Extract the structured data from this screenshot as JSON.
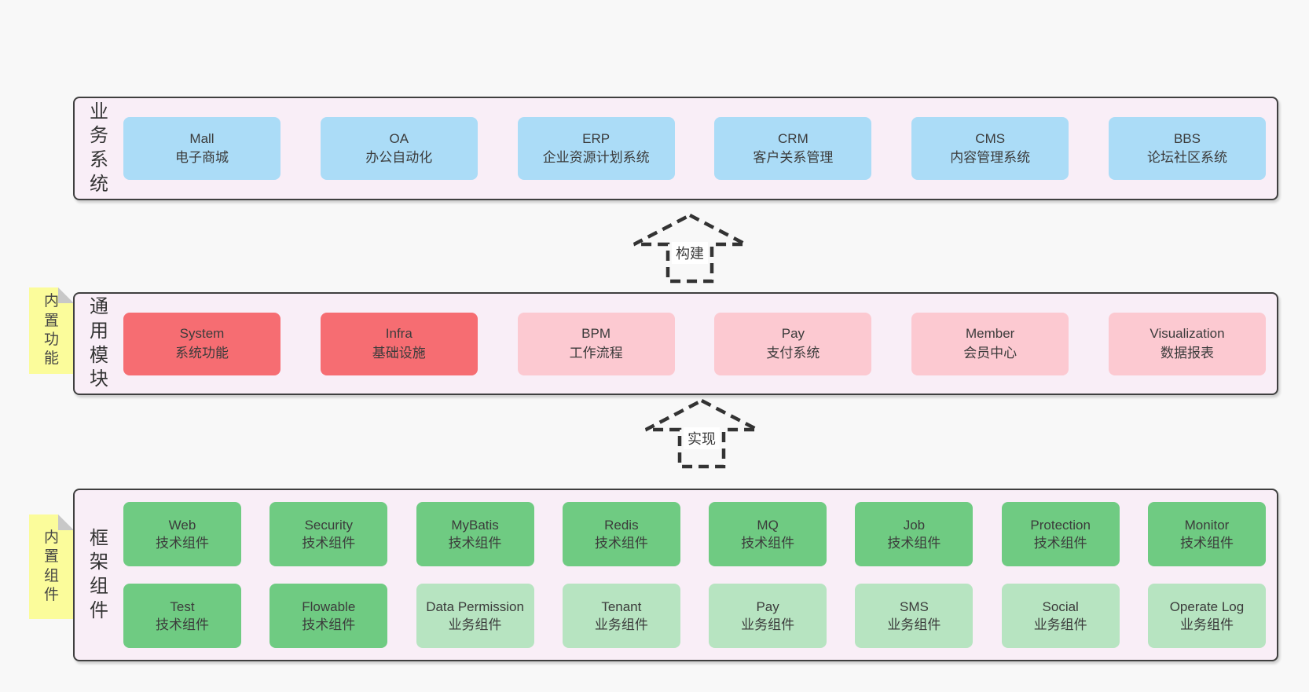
{
  "diagram": {
    "business": {
      "side_label": "业务系统",
      "items": [
        {
          "en": "Mall",
          "zh": "电子商城"
        },
        {
          "en": "OA",
          "zh": "办公自动化"
        },
        {
          "en": "ERP",
          "zh": "企业资源计划系统"
        },
        {
          "en": "CRM",
          "zh": "客户关系管理"
        },
        {
          "en": "CMS",
          "zh": "内容管理系统"
        },
        {
          "en": "BBS",
          "zh": "论坛社区系统"
        }
      ]
    },
    "build_arrow": {
      "label": "构建"
    },
    "modules": {
      "side_label": "通用模块",
      "sticky_note": "内置功能",
      "items": [
        {
          "en": "System",
          "zh": "系统功能"
        },
        {
          "en": "Infra",
          "zh": "基础设施"
        },
        {
          "en": "BPM",
          "zh": "工作流程"
        },
        {
          "en": "Pay",
          "zh": "支付系统"
        },
        {
          "en": "Member",
          "zh": "会员中心"
        },
        {
          "en": "Visualization",
          "zh": "数据报表"
        }
      ]
    },
    "implement_arrow": {
      "label": "实现"
    },
    "components": {
      "side_label": "框架组件",
      "sticky_note": "内置组件",
      "row1": [
        {
          "en": "Web",
          "zh": "技术组件"
        },
        {
          "en": "Security",
          "zh": "技术组件"
        },
        {
          "en": "MyBatis",
          "zh": "技术组件"
        },
        {
          "en": "Redis",
          "zh": "技术组件"
        },
        {
          "en": "MQ",
          "zh": "技术组件"
        },
        {
          "en": "Job",
          "zh": "技术组件"
        },
        {
          "en": "Protection",
          "zh": "技术组件"
        },
        {
          "en": "Monitor",
          "zh": "技术组件"
        }
      ],
      "row2": [
        {
          "en": "Test",
          "zh": "技术组件"
        },
        {
          "en": "Flowable",
          "zh": "技术组件"
        },
        {
          "en": "Data Permission",
          "zh": "业务组件"
        },
        {
          "en": "Tenant",
          "zh": "业务组件"
        },
        {
          "en": "Pay",
          "zh": "业务组件"
        },
        {
          "en": "SMS",
          "zh": "业务组件"
        },
        {
          "en": "Social",
          "zh": "业务组件"
        },
        {
          "en": "Operate Log",
          "zh": "业务组件"
        }
      ]
    }
  },
  "colors": {
    "page_bg": "#f8f8f8",
    "panel_bg": "#f9eef7",
    "panel_border": "#3f3f3f",
    "box_blue": "#abdcf7",
    "box_red": "#f66d72",
    "box_pink": "#fcc9d1",
    "box_green_dark": "#6fcb82",
    "box_green_light": "#b7e4c1",
    "sticky_yellow": "#fbfc9b",
    "arrow_dash": "#333333"
  }
}
